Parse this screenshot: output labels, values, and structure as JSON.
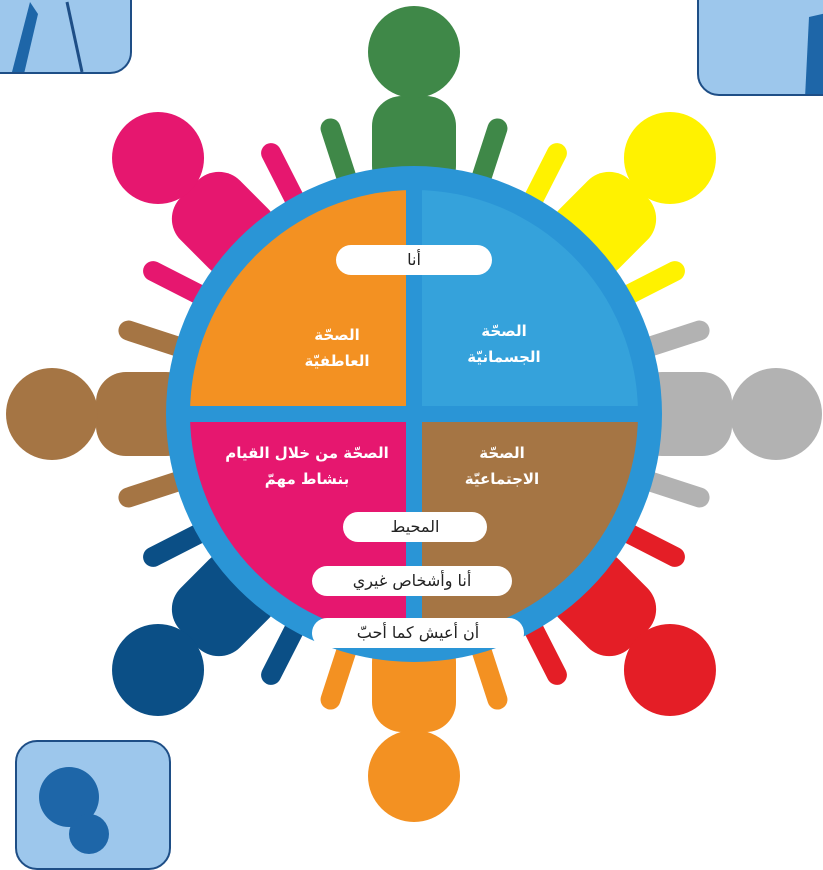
{
  "center_label": "أنا",
  "quadrants": {
    "physical": "الصحّة\nالجسمانيّة",
    "emotional": "الصحّة\nالعاطفيّة",
    "purpose": "الصحّة من خلال القيام\nبنشاط مهمّ",
    "social": "الصحّة\nالاجتماعيّة"
  },
  "rings": {
    "environment": "المحيط",
    "others": "أنا وأشخاص غيري",
    "freedom": "أن أعيش كما أحبّ"
  },
  "colors": {
    "physical": "#35a2db",
    "emotional": "#f39122",
    "purpose": "#e6176f",
    "social": "#a57544",
    "rim": "#2a95d6",
    "people": [
      "#3f8848",
      "#fff200",
      "#b2b2b2",
      "#e41e26",
      "#f39122",
      "#0b4f86",
      "#a57544",
      "#e6176f"
    ]
  }
}
